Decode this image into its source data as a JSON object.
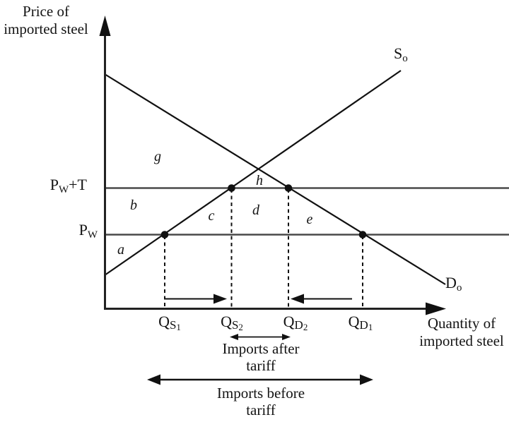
{
  "colors": {
    "background": "#ffffff",
    "ink": "#111111",
    "price_line": "#4a4a4a"
  },
  "y_axis_title": {
    "line1": "Price of",
    "line2": "imported steel"
  },
  "x_axis_title": {
    "line1": "Quantity of",
    "line2": "imported steel"
  },
  "price_labels": {
    "pw_plus_t": {
      "base": "P",
      "sub": "W",
      "suffix": "+T"
    },
    "pw": {
      "base": "P",
      "sub": "W"
    }
  },
  "curve_labels": {
    "supply": {
      "base": "S",
      "sub": "o"
    },
    "demand": {
      "base": "D",
      "sub": "o"
    }
  },
  "area_labels": {
    "a": "a",
    "b": "b",
    "c": "c",
    "d": "d",
    "e": "e",
    "g": "g",
    "h": "h"
  },
  "quantity_labels": {
    "q_s1": {
      "base": "Q",
      "sub": "S",
      "subsub": "1"
    },
    "q_s2": {
      "base": "Q",
      "sub": "S",
      "subsub": "2"
    },
    "q_d2": {
      "base": "Q",
      "sub": "D",
      "subsub": "2"
    },
    "q_d1": {
      "base": "Q",
      "sub": "D",
      "subsub": "1"
    }
  },
  "annotations": {
    "imports_after": {
      "line1": "Imports after",
      "line2": "tariff"
    },
    "imports_before": {
      "line1": "Imports before",
      "line2": "tariff"
    }
  }
}
